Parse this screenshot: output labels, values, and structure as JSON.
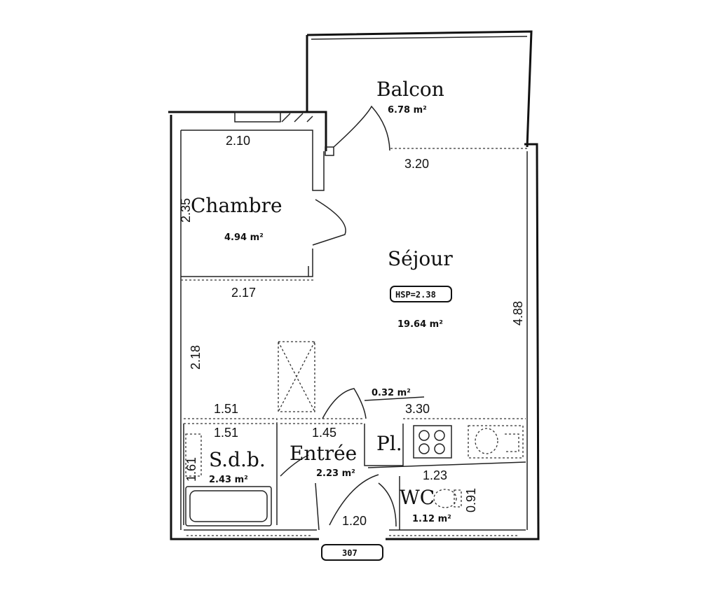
{
  "rooms": {
    "balcon": {
      "name": "Balcon",
      "area": "6.78 m²"
    },
    "chambre": {
      "name": "Chambre",
      "area": "4.94 m²"
    },
    "sejour": {
      "name": "Séjour",
      "area": "19.64 m²",
      "height_tag": "HSP=2.38"
    },
    "sdb": {
      "name": "S.d.b.",
      "area": "2.43 m²"
    },
    "entree": {
      "name": "Entrée",
      "area": "2.23 m²"
    },
    "placard": {
      "name": "Pl.",
      "area": "0.32 m²"
    },
    "wc": {
      "name": "WC",
      "area": "1.12 m²"
    }
  },
  "dimensions": {
    "chambre_top": "2.10",
    "chambre_side": "2.35",
    "chambre_bottom": "2.17",
    "balcon_bottom": "3.20",
    "sejour_right": "4.88",
    "left_mid": "2.18",
    "upper_151": "1.51",
    "lower_151": "1.51",
    "entree_145": "1.45",
    "kitchen_330": "3.30",
    "wc_top": "1.23",
    "wc_side": "0.91",
    "sdb_side": "1.61",
    "entry_door": "1.20"
  },
  "unit_number": "307"
}
